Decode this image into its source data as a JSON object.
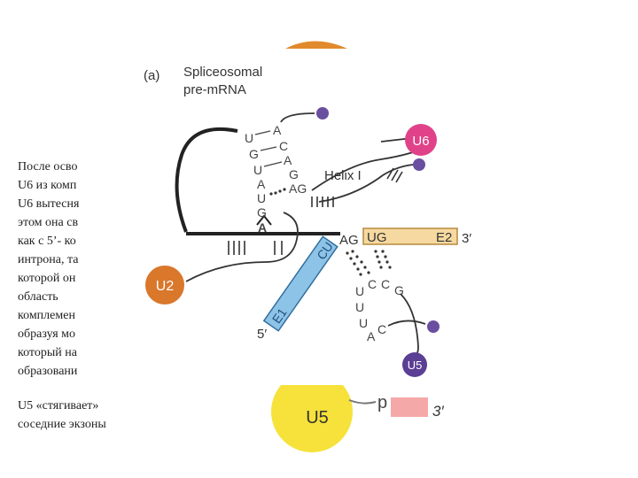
{
  "text_block_1": {
    "lines": [
      "После осво",
      "U6 из комп",
      "U6 вытесня",
      "этом она св",
      "как с 5’- ко",
      "интрона, та",
      "которой он",
      "область",
      "комплемен",
      "образуя мо",
      "который на",
      "образовани"
    ]
  },
  "text_block_2": {
    "lines": [
      "U5 «стягивает»",
      "соседние экзоны"
    ]
  },
  "figure": {
    "panel_label": "(a)",
    "title_line1": "Spliceosomal",
    "title_line2": "pre-mRNA",
    "helix_label": "Helix I",
    "three_prime": "3′",
    "five_prime": "5′",
    "exon2_junction": "AG",
    "exon2_ug": "UG",
    "exon2_label": "E2",
    "exon1_cu": "CU",
    "exon1_label": "E1",
    "u6_label": "U6",
    "u2_label": "U2",
    "u5_small_label": "U5",
    "u5_big_label": "U5",
    "p_label": "p",
    "bottom_three_prime": "3′",
    "stem_left": [
      "U",
      "G",
      "U",
      "A",
      "U",
      "G"
    ],
    "stem_right": [
      "A",
      "C",
      "A",
      "G"
    ],
    "ag_label": "AG",
    "branch_a": "A",
    "loop_nts": [
      "U",
      "C",
      "C",
      "G",
      "U",
      "U",
      "A",
      "C"
    ],
    "colors": {
      "u6": "#e0428a",
      "u2": "#d9772b",
      "u5_small": "#5b3f94",
      "u5_big": "#f6e23a",
      "exon2": "#f6d9a0",
      "exon1": "#8ec3e8",
      "pink_exon": "#f4a9a8",
      "purple_dot": "#6a4fa0",
      "orange_shape": "#e08a2d"
    }
  }
}
